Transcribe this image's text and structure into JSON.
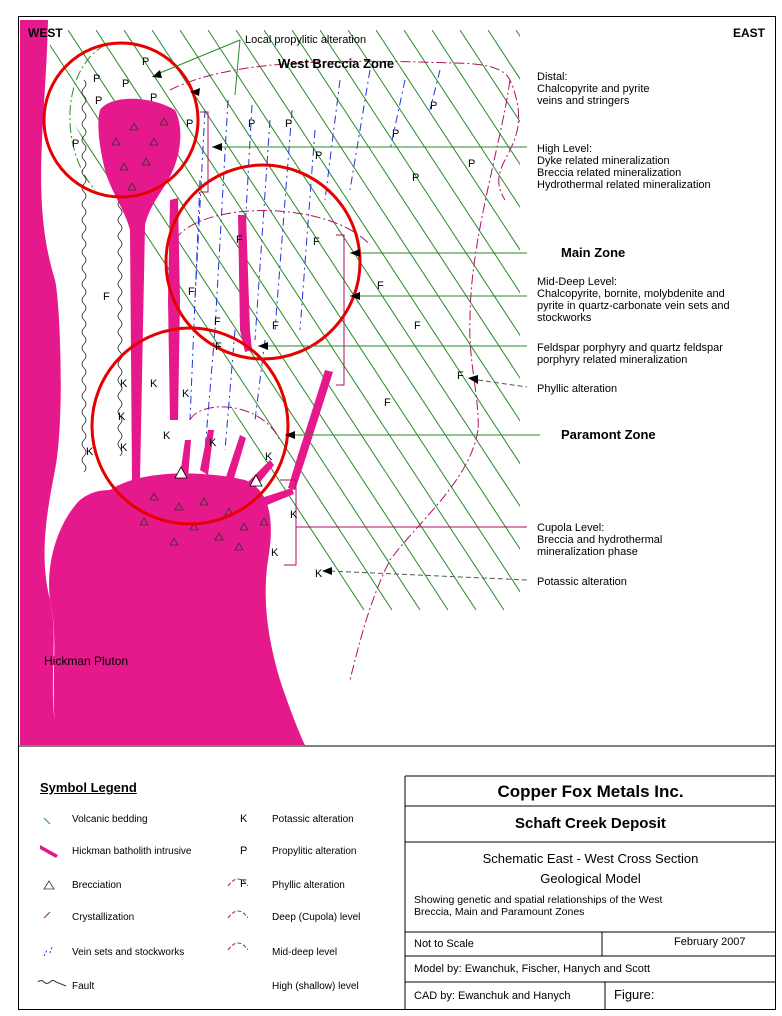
{
  "compass": {
    "west": "WEST",
    "east": "EAST"
  },
  "zones": {
    "west_breccia": "West Breccia Zone",
    "main": "Main Zone",
    "paramont": "Paramont Zone"
  },
  "annotations": {
    "local_propylitic": "Local propylitic alteration",
    "distal": "Distal:\nChalcopyrite and pyrite\nveins and stringers",
    "high_level": "High Level:\nDyke related mineralization\nBreccia related mineralization\nHydrothermal related mineralization",
    "mid_deep": "Mid-Deep Level:\nChalcopyrite, bornite, molybdenite and\npyrite in quartz-carbonate vein sets and\nstockworks",
    "feldspar": "Feldspar porphyry and quartz feldspar\nporphyry related mineralization",
    "phyllic": "Phyllic alteration",
    "cupola": "Cupola Level:\nBreccia and hydrothermal\nmineralization phase",
    "potassic": "Potassic alteration",
    "pluton": "Hickman Pluton"
  },
  "alteration_letters": {
    "p": "P",
    "f": "F",
    "k": "K"
  },
  "legend": {
    "title": "Symbol Legend",
    "left": [
      {
        "icon": "volcanic-bedding-icon",
        "label": "Volcanic bedding"
      },
      {
        "icon": "intrusive-icon",
        "label": "Hickman batholith intrusive"
      },
      {
        "icon": "brecciation-icon",
        "label": "Brecciation"
      },
      {
        "icon": "crystallization-icon",
        "label": "Crystallization"
      },
      {
        "icon": "vein-sets-icon",
        "label": "Vein sets and stockworks"
      },
      {
        "icon": "fault-icon",
        "label": "Fault"
      }
    ],
    "right": [
      {
        "symbol": "K",
        "label": "Potassic alteration"
      },
      {
        "symbol": "P",
        "label": "Propylitic alteration"
      },
      {
        "symbol": "F",
        "label": "Phyllic alteration"
      },
      {
        "symbol": "",
        "label": "Deep (Cupola) level"
      },
      {
        "symbol": "",
        "label": "Mid-deep level"
      },
      {
        "symbol": "",
        "label": "High (shallow) level"
      }
    ]
  },
  "title_block": {
    "company": "Copper Fox Metals Inc.",
    "deposit": "Schaft Creek Deposit",
    "section": "Schematic East - West Cross Section",
    "model": "Geological Model",
    "description": "Showing genetic and spatial relationships of the West\nBreccia, Main and Paramount Zones",
    "scale": "Not to Scale",
    "date": "February 2007",
    "model_by": "Model by: Ewanchuk, Fischer, Hanych and Scott",
    "cad_by": "CAD by: Ewanchuk and Hanych",
    "figure": "Figure:"
  },
  "colors": {
    "intrusive": "#e6198c",
    "zone_circle": "#e60000",
    "green_lines": "#2a8a2a",
    "veins": "#2233dd",
    "boundary": "#b01060"
  }
}
